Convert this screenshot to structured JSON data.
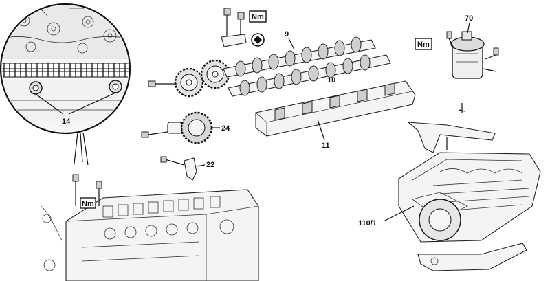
{
  "labels": {
    "l14": "14",
    "l9": "9",
    "l10": "10",
    "l11": "11",
    "l24": "24",
    "l22": "22",
    "l70": "70",
    "l110": "110/1"
  },
  "torque_badge": "Nm",
  "icons": [
    "magnifier-detail-circle",
    "torque-symbol",
    "no-reuse-symbol"
  ],
  "colors": {
    "ink": "#111111",
    "paper": "#ffffff"
  }
}
